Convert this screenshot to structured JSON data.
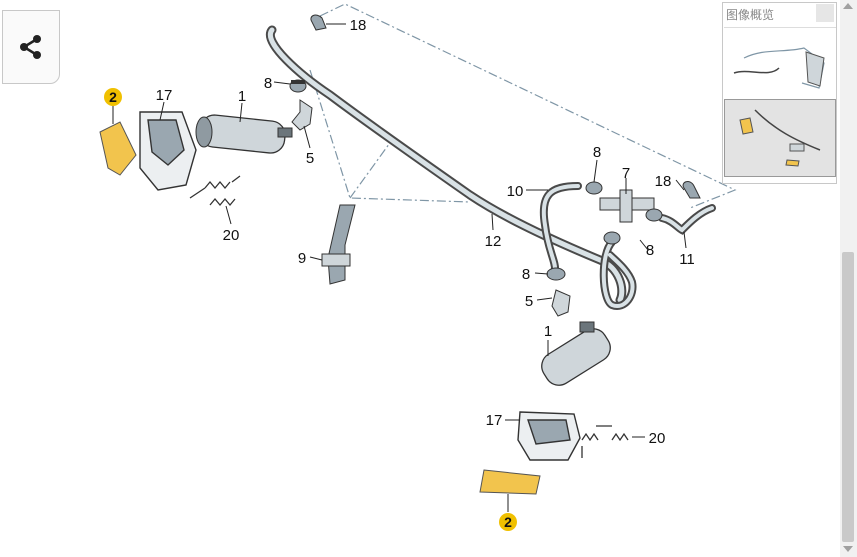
{
  "share": {
    "icon": "share-icon"
  },
  "overview": {
    "title": "图像概览"
  },
  "colors": {
    "highlight": "#f2c44d",
    "badge": "#f0c000",
    "line": "#4d4d4d",
    "dashed": "#7f96a6"
  },
  "callouts": {
    "c2a": "2",
    "c17a": "17",
    "c1a": "1",
    "c8a": "8",
    "c5a": "5",
    "c18a": "18",
    "c20a": "20",
    "c9": "9",
    "c12": "12",
    "c10": "10",
    "c8b": "8",
    "c7": "7",
    "c18b": "18",
    "c8c": "8",
    "c11": "11",
    "c8d": "8",
    "c5b": "5",
    "c1b": "1",
    "c17b": "17",
    "c20b": "20",
    "c2b": "2"
  }
}
